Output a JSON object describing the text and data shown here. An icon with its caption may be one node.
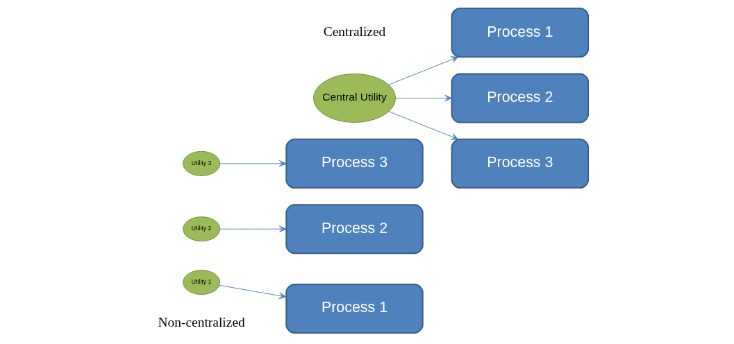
{
  "diagram": {
    "nodes": [
      {
        "text": [
          "Utility 1"
        ]
      },
      {
        "text": [
          "Process 1"
        ]
      },
      {
        "text": [
          "Utility 2"
        ]
      },
      {
        "text": [
          "Process 2"
        ]
      },
      {
        "text": [
          "Utility 3"
        ]
      },
      {
        "text": [
          "Process 3"
        ]
      },
      {
        "text": [
          "Central Utility"
        ]
      },
      {
        "text": [
          "Process 1"
        ]
      },
      {
        "text": [
          "Process 2"
        ]
      },
      {
        "text": [
          "Process 3"
        ]
      }
    ],
    "edges": [
      {
        "from": 0,
        "to": 1,
        "arrow": "to"
      },
      {
        "from": 2,
        "to": 3,
        "arrow": "to"
      },
      {
        "from": 4,
        "to": 5,
        "arrow": "to"
      },
      {
        "from": 6,
        "to": 7,
        "arrow": "to"
      },
      {
        "from": 6,
        "to": 8,
        "arrow": "to"
      },
      {
        "from": 6,
        "to": 9,
        "arrow": "to"
      }
    ],
    "labels": [
      "Non-centralized",
      "Centralized"
    ]
  }
}
